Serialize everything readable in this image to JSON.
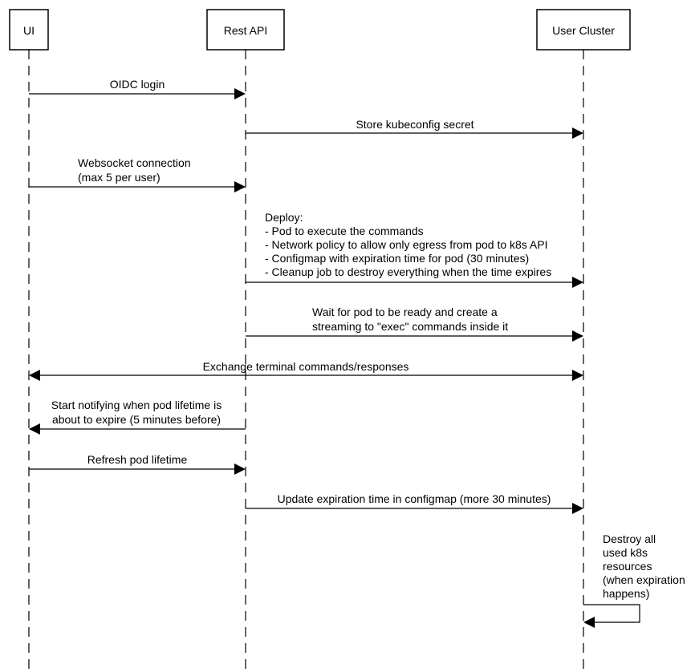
{
  "actors": [
    {
      "id": "ui",
      "label": "UI"
    },
    {
      "id": "api",
      "label": "Rest API"
    },
    {
      "id": "cluster",
      "label": "User Cluster"
    }
  ],
  "messages": [
    {
      "from": "ui",
      "to": "api",
      "dir": "right",
      "lines": [
        "OIDC login"
      ]
    },
    {
      "from": "api",
      "to": "cluster",
      "dir": "right",
      "lines": [
        "Store kubeconfig secret"
      ]
    },
    {
      "from": "ui",
      "to": "api",
      "dir": "right",
      "lines": [
        "Websocket connection",
        "(max 5 per user)"
      ]
    },
    {
      "from": "api",
      "to": "cluster",
      "dir": "right",
      "lines": [
        "Deploy:",
        "- Pod to execute the commands",
        "- Network policy to allow only egress from pod to k8s API",
        "- Configmap with expiration time for pod (30 minutes)",
        "- Cleanup job to destroy everything when the time expires"
      ]
    },
    {
      "from": "api",
      "to": "cluster",
      "dir": "right",
      "lines": [
        "Wait for pod to be ready and create a",
        "streaming to \"exec\" commands inside it"
      ]
    },
    {
      "from": "ui",
      "to": "cluster",
      "dir": "both",
      "lines": [
        "Exchange terminal commands/responses"
      ]
    },
    {
      "from": "api",
      "to": "ui",
      "dir": "left",
      "lines": [
        "Start notifying when pod lifetime is",
        "about to expire (5 minutes before)"
      ]
    },
    {
      "from": "ui",
      "to": "api",
      "dir": "right",
      "lines": [
        "Refresh pod lifetime"
      ]
    },
    {
      "from": "api",
      "to": "cluster",
      "dir": "right",
      "lines": [
        "Update expiration time in configmap (more 30 minutes)"
      ]
    },
    {
      "from": "cluster",
      "to": "cluster",
      "dir": "self",
      "lines": [
        "Destroy all",
        "used k8s",
        "resources",
        "(when expiration",
        "happens)"
      ]
    }
  ]
}
